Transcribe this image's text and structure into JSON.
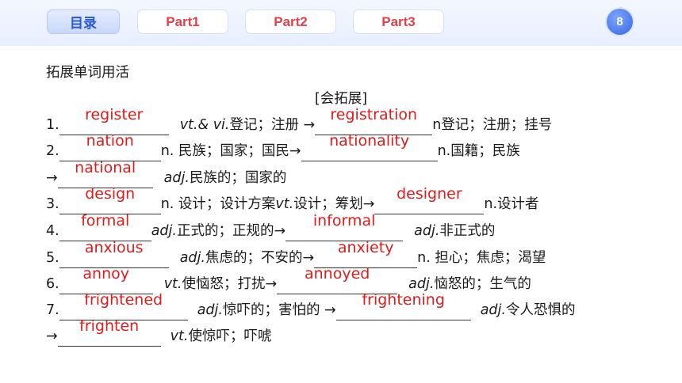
{
  "nav": {
    "tabs": [
      {
        "label": "目录",
        "active": true
      },
      {
        "label": "Part1",
        "active": false
      },
      {
        "label": "Part2",
        "active": false
      },
      {
        "label": "Part3",
        "active": false
      }
    ],
    "page_number": "8"
  },
  "section_title": "拓展单词用活",
  "subtitle": "[会拓展]",
  "answers": [
    "register",
    "registration",
    "nation",
    "nationality",
    "national",
    "design",
    "designer",
    "formal",
    "informal",
    "anxious",
    "anxiety",
    "annoy",
    "annoyed",
    "frightened",
    "frightening",
    "frighten"
  ],
  "text": {
    "l1_num": "1.",
    "l1_pos": "vt.&  vi.",
    "l1_mean": " 登记；注册 →",
    "l1_pos2": "n",
    "l1_mean2": " 登记；注册；挂号",
    "l2_num": "2.",
    "l2_mean": " n. 民族；国家；国民→",
    "l2_mean2": " n.国籍；民族",
    "l3_arrow": "→",
    "l3_pos": "adj.",
    "l3_mean": " 民族的；国家的",
    "l4_num": "3.",
    "l4_mean": " n. 设计；设计方案 ",
    "l4_pos": "vt.",
    "l4_mean2": " 设计；筹划→",
    "l4_mean3": " n.设计者",
    "l5_num": "4.",
    "l5_pos": "adj.",
    "l5_mean": " 正式的；正规的→",
    "l5_pos2": "adj.",
    "l5_mean2": " 非正式的",
    "l6_num": "5.",
    "l6_pos": "adj.",
    "l6_mean": " 焦虑的；不安的→",
    "l6_mean2": " n. 担心；焦虑；渴望",
    "l7_num": "6.",
    "l7_pos": "vt.",
    "l7_mean": " 使恼怒；打扰→",
    "l7_pos2": "adj.",
    "l7_mean2": " 恼怒的；生气的",
    "l8_num": "7.",
    "l8_pos": "adj.",
    "l8_mean": " 惊吓的；害怕的 →",
    "l8_pos2": "adj.",
    "l8_mean2": " 令人恐惧的",
    "l9_arrow": "→",
    "l9_pos": "vt.",
    "l9_mean": " 使惊吓；吓唬"
  }
}
